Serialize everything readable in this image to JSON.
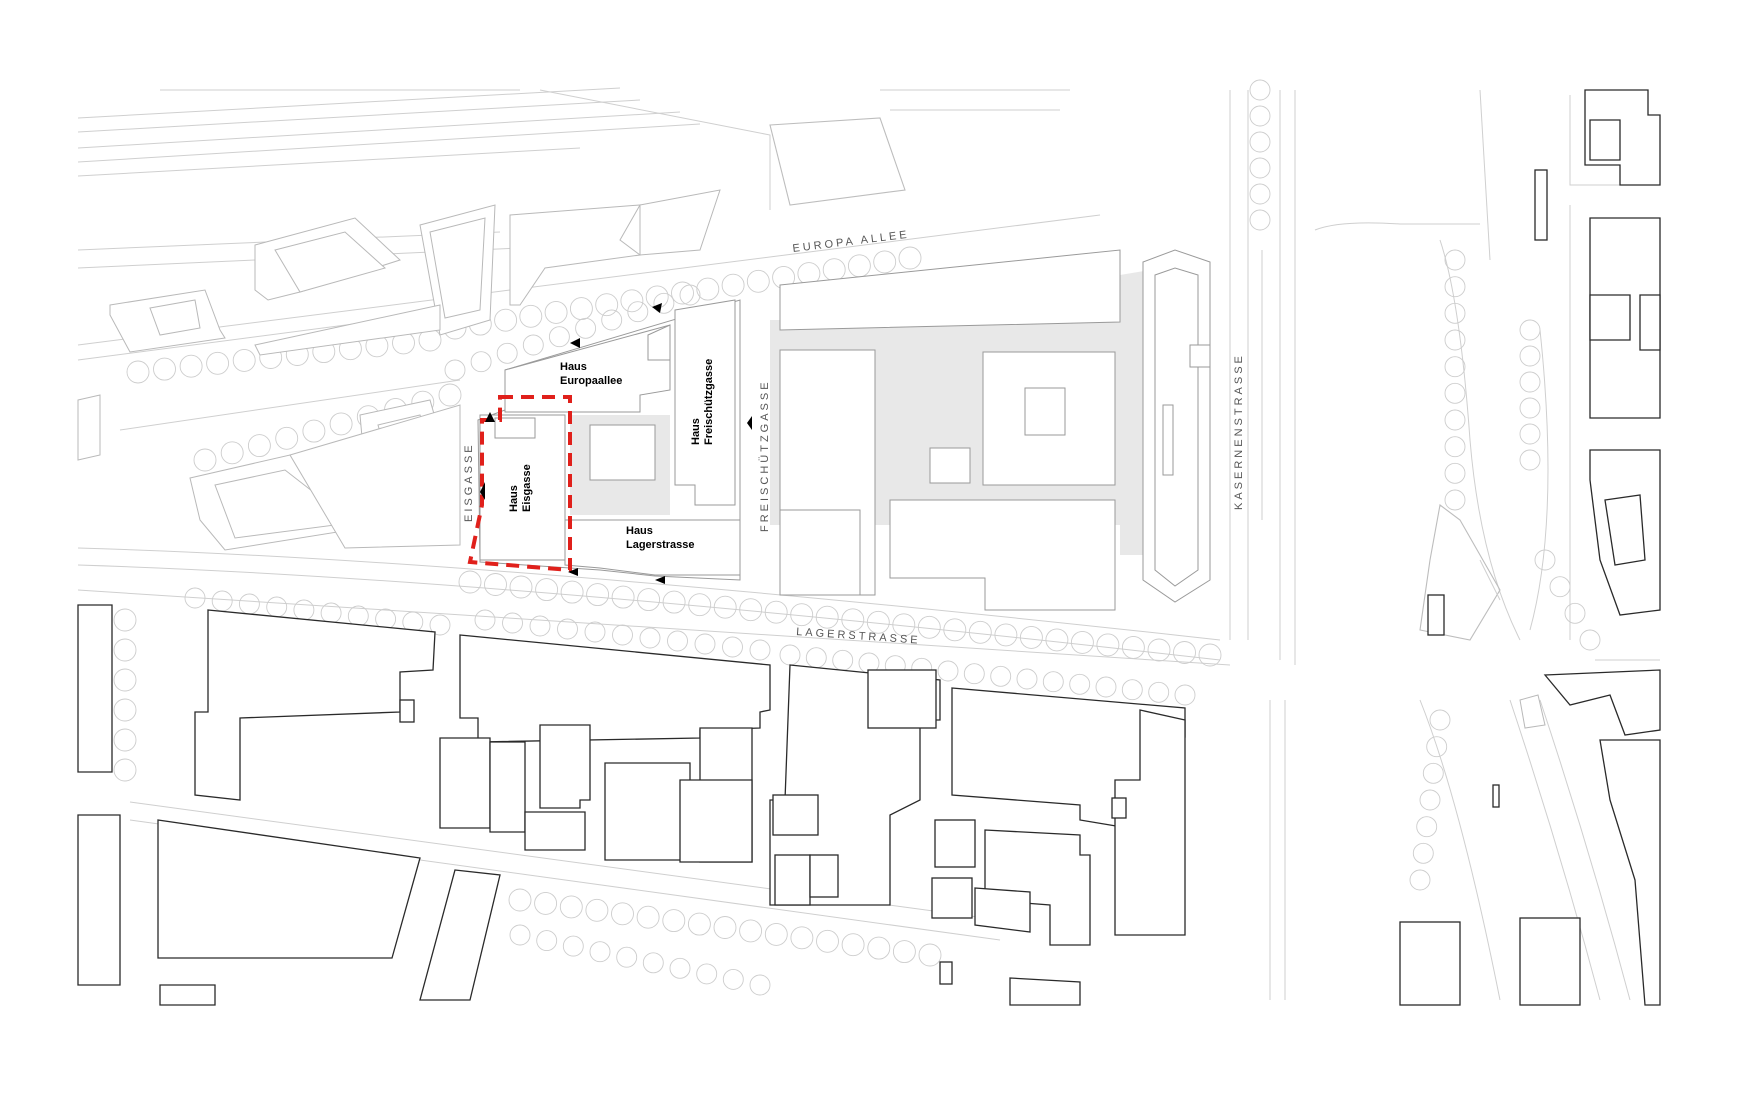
{
  "streets": {
    "europa_allee": "EUROPA ALLEE",
    "lagerstrasse": "LAGERSTRASSE",
    "eisgasse": "EISGASSE",
    "freischuetzgasse": "FREISCHÜTZGASSE",
    "kasernenstrasse": "KASERNENSTRASSE"
  },
  "buildings": {
    "europaallee": {
      "line1": "Haus",
      "line2": "Europaallee"
    },
    "freischuetzgasse": {
      "line1": "Haus",
      "line2": "Freischützgasse"
    },
    "eisgasse": {
      "line1": "Haus",
      "line2": "Eisgasse"
    },
    "lagerstrasse": {
      "line1": "Haus",
      "line2": "Lagerstrasse"
    }
  },
  "colors": {
    "highlight": "#e0201b",
    "building_stroke": "#2a2a2a",
    "light_lines": "#cfcfcf"
  }
}
